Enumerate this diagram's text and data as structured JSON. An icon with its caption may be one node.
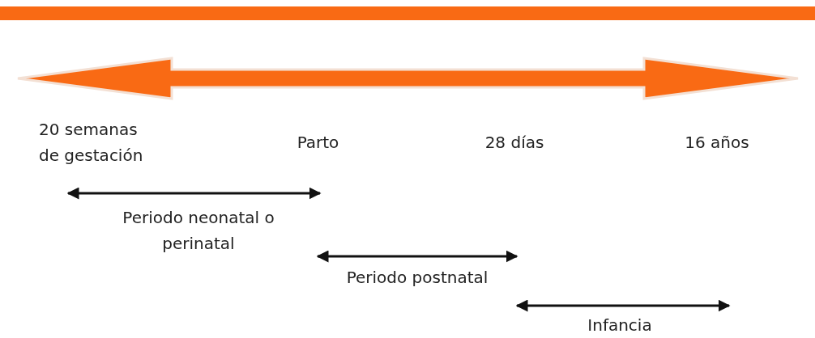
{
  "diagram": {
    "nodes": [
      {
        "text": [],
        "shape": "bar"
      }
    ],
    "labels": [
      "20 semanas de gestación",
      "Parto",
      "28 días",
      "16 años",
      "Periodo neonatal o perinatal",
      "Periodo postnatal",
      "Infancia"
    ]
  }
}
